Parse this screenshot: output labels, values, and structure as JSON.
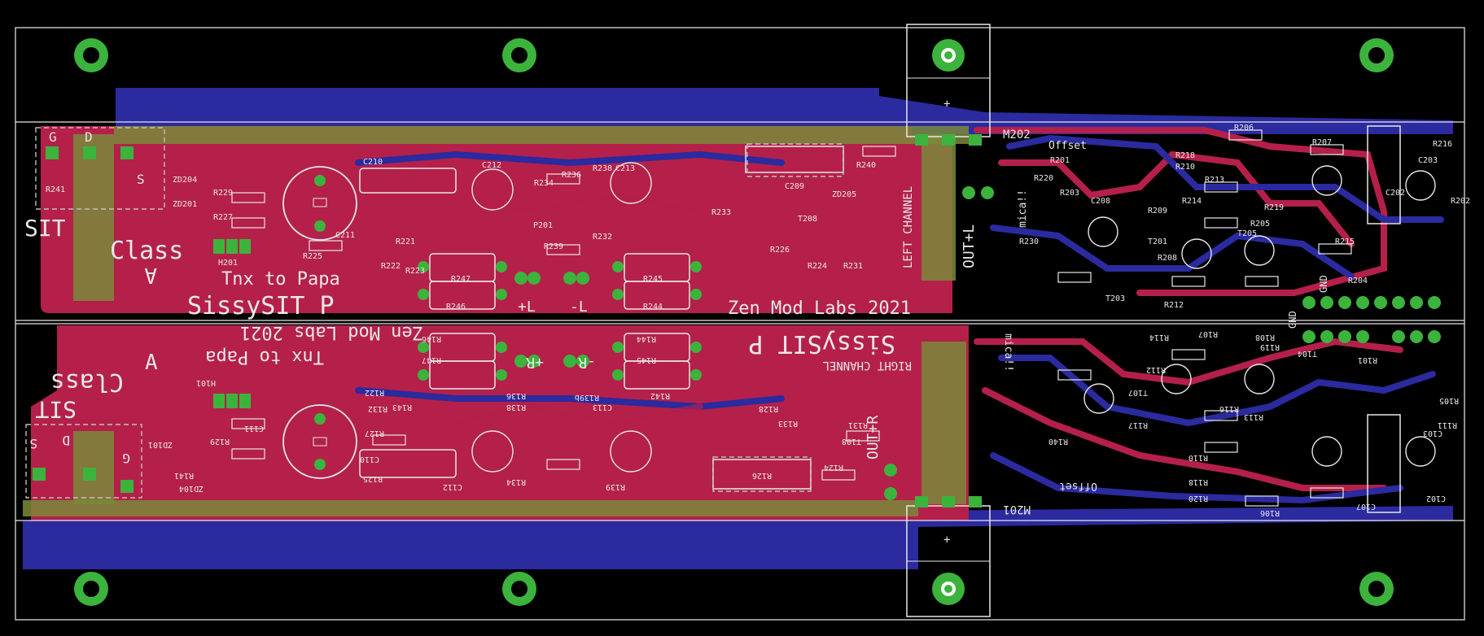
{
  "board": {
    "colors": {
      "background": "#000000",
      "top_copper": "#b4204a",
      "bottom_copper": "#2b2a9e",
      "pad": "#3cb33c",
      "silkscreen": "#e8e8e8",
      "outline": "#bfbfbf"
    },
    "labels": {
      "brand_left": "Zen Mod Labs 2021",
      "brand_right": "Zen Mod Labs 2021",
      "product_left": "SissySIT P",
      "product_right": "SissySIT P",
      "thanks_left": "Tnx to Papa",
      "thanks_right": "Tnx to Papa",
      "class_left": "Class",
      "class_a_left": "A",
      "class_right": "Class",
      "class_a_right": "A",
      "sit_left": "SIT",
      "sit_right": "SIT",
      "left_channel": "LEFT CHANNEL",
      "right_channel": "RIGHT CHANNEL",
      "out_left": "OUT+L",
      "out_right": "OUT+R",
      "plus_l": "+L",
      "minus_l": "-L",
      "plus_r": "+R",
      "minus_r": "-R",
      "gnd_top": "GND",
      "gnd_bottom": "GND",
      "offset_top": "Offset",
      "offset_bottom": "Offset",
      "mica_top": "mica!!",
      "mica_bottom": "mica!!",
      "m202": "M202",
      "m201": "M201",
      "pin_g": "G",
      "pin_d": "D",
      "pin_s": "S",
      "pin_g_b": "G",
      "pin_d_b": "D",
      "pin_s_b": "S"
    },
    "designators_top": [
      "R241",
      "ZD204",
      "ZD201",
      "R229",
      "R227",
      "H201",
      "R225",
      "C211",
      "C210",
      "R222",
      "R223",
      "R221",
      "C212",
      "R234",
      "R236",
      "R238",
      "R232",
      "P201",
      "R239",
      "R233",
      "C213",
      "R240",
      "C209",
      "ZD205",
      "R224",
      "R231",
      "R226",
      "T208",
      "R247",
      "R246",
      "R245",
      "R244",
      "R220",
      "R218",
      "R210",
      "R213",
      "R219",
      "R205",
      "R206",
      "R207",
      "R216",
      "R208",
      "R212",
      "R202",
      "R201",
      "C202",
      "C203",
      "R215",
      "R204",
      "T203",
      "T201",
      "T205",
      "R214",
      "R209",
      "C208",
      "R230",
      "R203"
    ],
    "designators_bottom": [
      "H101",
      "C111",
      "R129",
      "R141",
      "ZD104",
      "ZD101",
      "R127",
      "R125",
      "C110",
      "R122",
      "R132",
      "R143",
      "R142",
      "R144",
      "R145",
      "R146",
      "R147",
      "C112",
      "R134",
      "R136",
      "R138",
      "R139",
      "C113",
      "R139b",
      "R133",
      "R131",
      "R124",
      "R126",
      "R128",
      "T108",
      "R140",
      "R120",
      "R118",
      "R110",
      "R113",
      "R119",
      "R106",
      "R107",
      "R108",
      "R112",
      "R114",
      "R111",
      "C102",
      "C103",
      "R105",
      "R101",
      "T104",
      "T107",
      "R116",
      "R117",
      "C107"
    ]
  }
}
